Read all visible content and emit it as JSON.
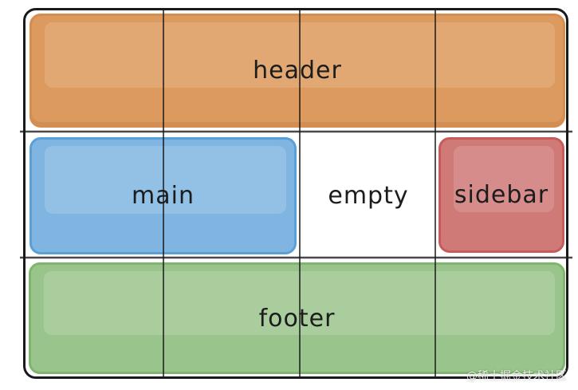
{
  "areas": {
    "header": "header",
    "main": "main",
    "empty": "empty",
    "sidebar": "sidebar",
    "footer": "footer"
  },
  "colors": {
    "header": "#dc9a5e",
    "main": "#7fb5e0",
    "sidebar": "#d07a78",
    "footer": "#99c48b",
    "grid_line": "#1a1a1a"
  },
  "watermark": "@稀土掘金技术社区"
}
